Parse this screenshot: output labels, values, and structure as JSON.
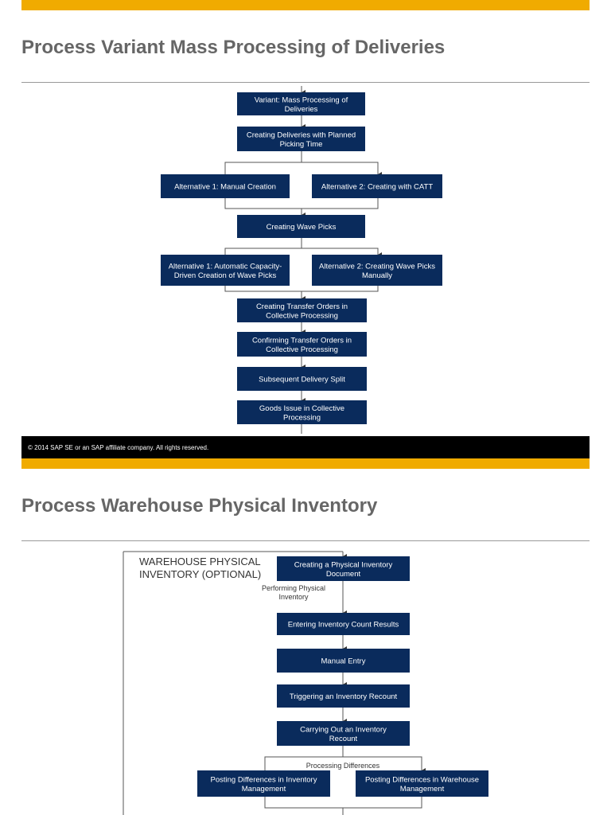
{
  "slide1": {
    "title": "Process Variant Mass Processing of Deliveries",
    "steps": {
      "s1": [
        "Variant: Mass Processing of",
        "Deliveries"
      ],
      "s2": [
        "Creating Deliveries with Planned",
        "Picking Time"
      ],
      "s3a": [
        "Alternative 1: Manual Creation"
      ],
      "s3b": [
        "Alternative 2: Creating with CATT"
      ],
      "s4": [
        "Creating Wave Picks"
      ],
      "s5a": [
        "Alternative 1: Automatic Capacity-",
        "Driven Creation of Wave Picks"
      ],
      "s5b": [
        "Alternative 2: Creating Wave Picks",
        "Manually"
      ],
      "s6": [
        "Creating Transfer Orders in",
        "Collective Processing"
      ],
      "s7": [
        "Confirming Transfer Orders in",
        "Collective Processing"
      ],
      "s8": [
        "Subsequent Delivery Split"
      ],
      "s9": [
        "Goods Issue in Collective",
        "Processing"
      ]
    },
    "footer": "©  2014 SAP SE or an SAP affiliate company. All rights reserved."
  },
  "slide2": {
    "title": "Process Warehouse Physical Inventory",
    "section_label": [
      "WAREHOUSE PHYSICAL",
      "INVENTORY (OPTIONAL)"
    ],
    "steps": {
      "t1": [
        "Creating a Physical Inventory",
        "Document"
      ],
      "t2": [
        "Entering Inventory Count Results"
      ],
      "t3": [
        "Manual Entry"
      ],
      "t4": [
        "Triggering an Inventory Recount"
      ],
      "t5": [
        "Carrying Out an Inventory",
        "Recount"
      ],
      "t6a": [
        "Posting Differences in Inventory",
        "Management"
      ],
      "t6b": [
        "Posting Differences in Warehouse",
        "Management"
      ]
    },
    "labels": {
      "performing": [
        "Performing Physical",
        "Inventory"
      ],
      "processing": "Processing Differences"
    }
  },
  "colors": {
    "accent": "#f0ab00",
    "box_fill": "#0a2b5c",
    "title_text": "#666666",
    "footer_bg": "#000000"
  }
}
